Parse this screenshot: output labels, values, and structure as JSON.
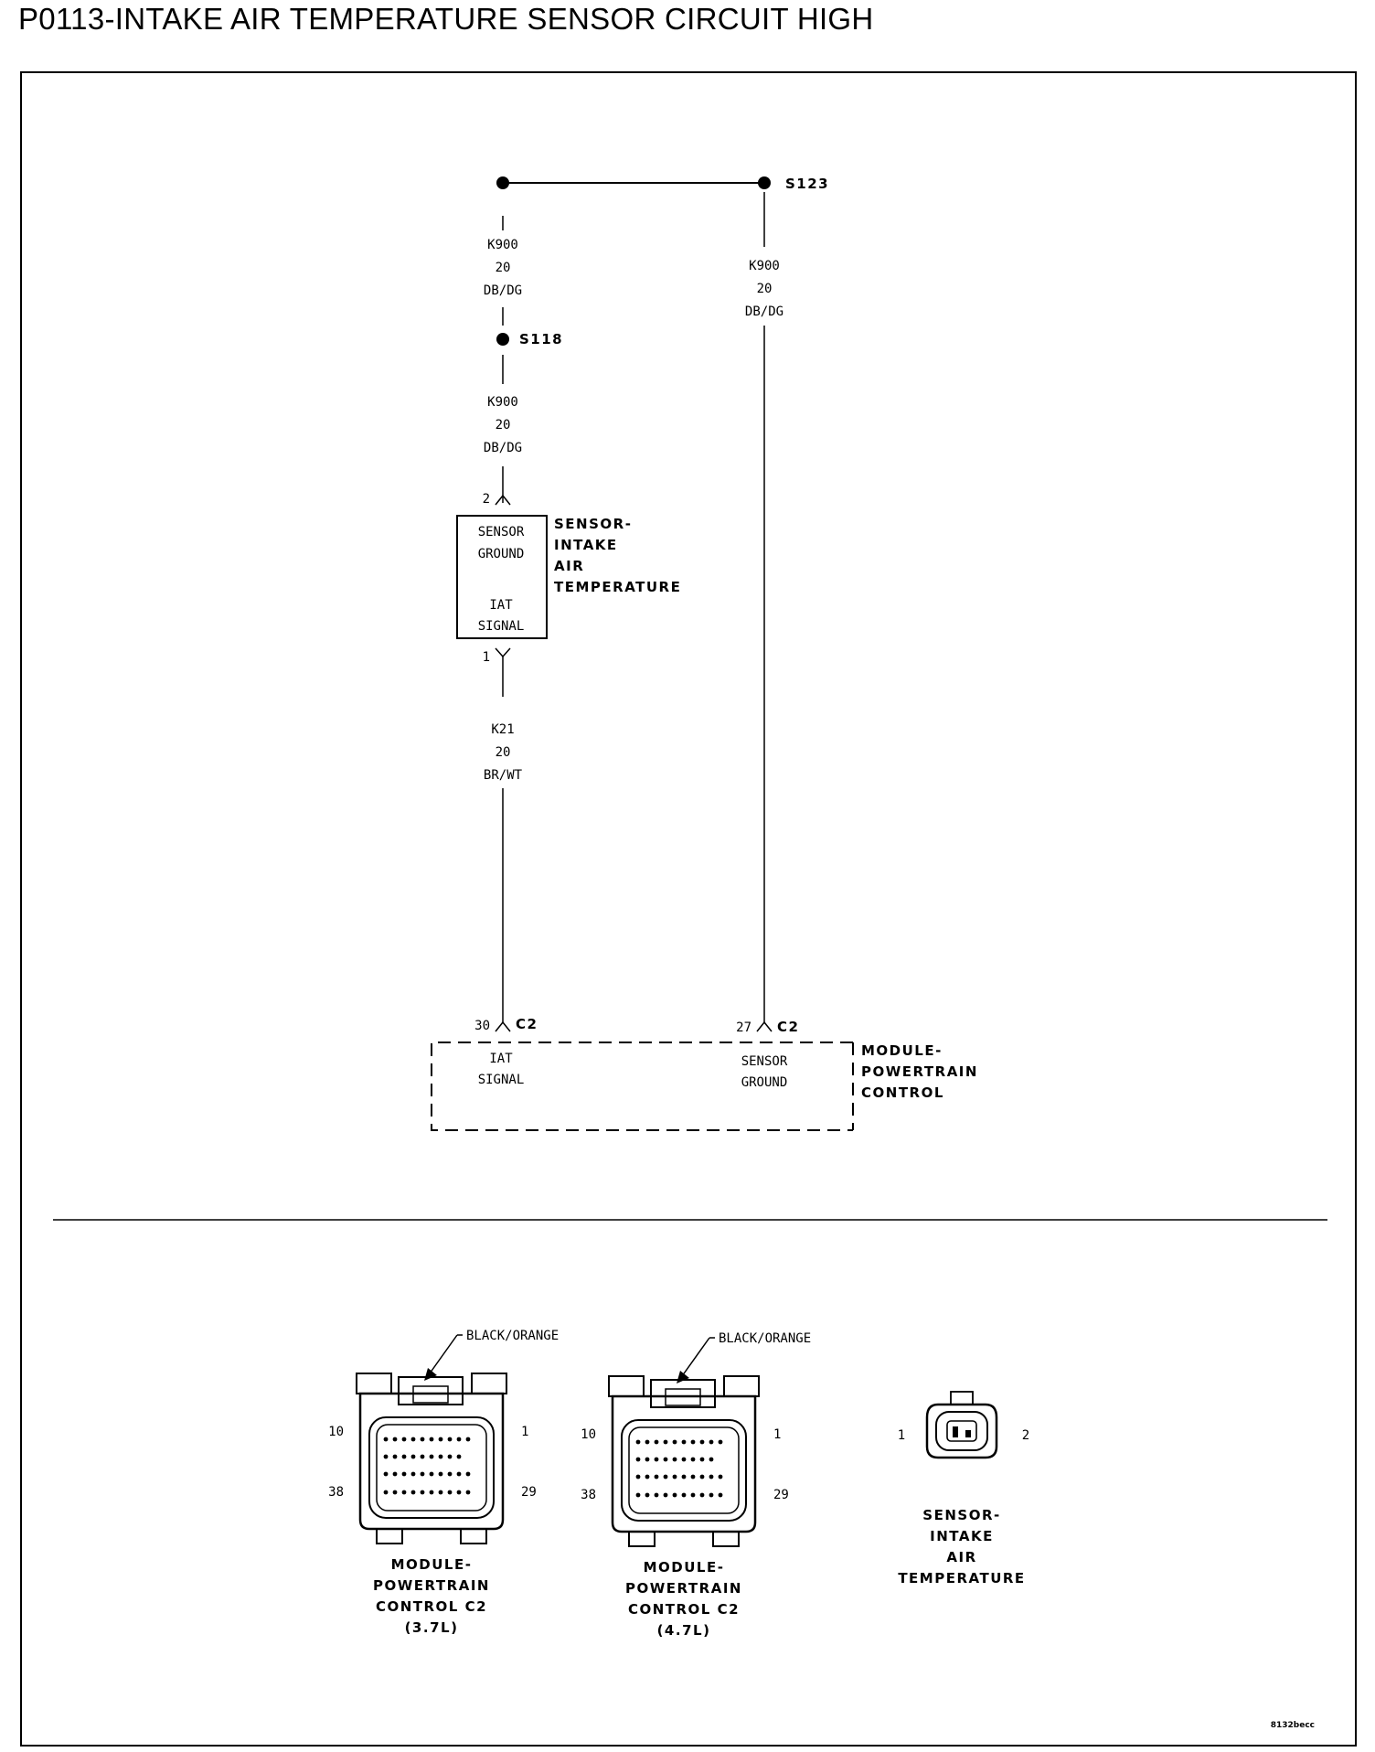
{
  "title": "P0113-INTAKE AIR TEMPERATURE SENSOR CIRCUIT HIGH",
  "splices": {
    "s123": "S123",
    "s118": "S118"
  },
  "wires": {
    "k900_upper": {
      "circuit": "K900",
      "gauge": "20",
      "color": "DB/DG"
    },
    "k900_right": {
      "circuit": "K900",
      "gauge": "20",
      "color": "DB/DG"
    },
    "k900_lower": {
      "circuit": "K900",
      "gauge": "20",
      "color": "DB/DG"
    },
    "k21": {
      "circuit": "K21",
      "gauge": "20",
      "color": "BR/WT"
    }
  },
  "sensor": {
    "pin_top": "2",
    "pin_bottom": "1",
    "inner_top": [
      "SENSOR",
      "GROUND"
    ],
    "inner_bottom": [
      "IAT",
      "SIGNAL"
    ],
    "name": [
      "SENSOR-",
      "INTAKE",
      "AIR",
      "TEMPERATURE"
    ]
  },
  "pcm": {
    "pin_left": "30",
    "pin_right": "27",
    "connector_left": "C2",
    "connector_right": "C2",
    "inner_left": [
      "IAT",
      "SIGNAL"
    ],
    "inner_right": [
      "SENSOR",
      "GROUND"
    ],
    "name": [
      "MODULE-",
      "POWERTRAIN",
      "CONTROL"
    ]
  },
  "connectors": {
    "c2_37": {
      "callout": "BLACK/ORANGE",
      "pins": {
        "top_left": "10",
        "top_right": "1",
        "bottom_left": "38",
        "bottom_right": "29"
      },
      "label": [
        "MODULE-",
        "POWERTRAIN",
        "CONTROL C2",
        "(3.7L)"
      ]
    },
    "c2_47": {
      "callout": "BLACK/ORANGE",
      "pins": {
        "top_left": "10",
        "top_right": "1",
        "bottom_left": "38",
        "bottom_right": "29"
      },
      "label": [
        "MODULE-",
        "POWERTRAIN",
        "CONTROL C2",
        "(4.7L)"
      ]
    },
    "iat_sensor": {
      "pins": {
        "left": "1",
        "right": "2"
      },
      "label": [
        "SENSOR-",
        "INTAKE",
        "AIR",
        "TEMPERATURE"
      ]
    }
  },
  "figure_code": "8132becc"
}
